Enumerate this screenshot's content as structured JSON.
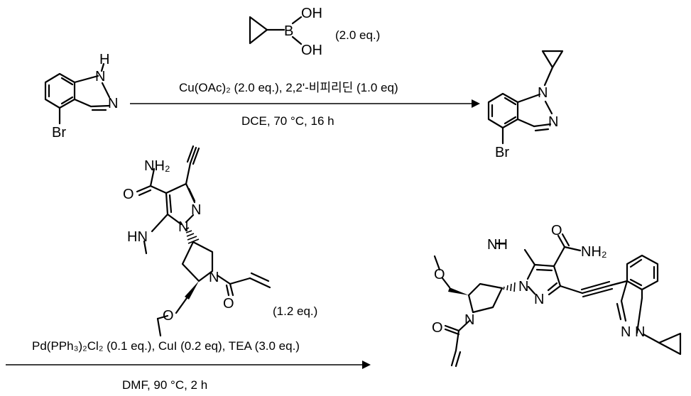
{
  "reagent1": {
    "oh_top": "OH",
    "b": "B",
    "oh_bottom": "OH",
    "equiv": "(2.0 eq.)"
  },
  "sm1": {
    "nh": "H",
    "n1": "N",
    "n2": "N",
    "br": "Br"
  },
  "step1": {
    "conditions_line1": "Cu(OAc)₂ (2.0 eq.), 2,2'-비피리딘 (1.0 eq)",
    "conditions_line2": "DCE, 70 °C, 16 h"
  },
  "product1": {
    "n1": "N",
    "n2": "N",
    "br": "Br"
  },
  "reagent2": {
    "nh2": "NH₂",
    "o_amide": "O",
    "n_pyrazole_a": "N",
    "n_pyrazole_b": "N",
    "hn": "HN",
    "n_pyrrolidine": "N",
    "o_acryl": "O",
    "o_ether": "O",
    "equiv": "(1.2 eq.)"
  },
  "step2": {
    "conditions_line1": "Pd(PPh₃)₂Cl₂ (0.1 eq.), CuI (0.2 eq), TEA (3.0 eq.)",
    "conditions_line2": "DMF,  90 °C, 2 h"
  },
  "product2": {
    "nh": "NH",
    "nh2": "NH₂",
    "o_amide": "O",
    "o_ether": "O",
    "n_pyrrolidine": "N",
    "o_acryl": "O",
    "n_pyrazole_a": "N",
    "n_pyrazole_b": "N",
    "n_indazole_a": "N",
    "n_indazole_b": "N"
  }
}
